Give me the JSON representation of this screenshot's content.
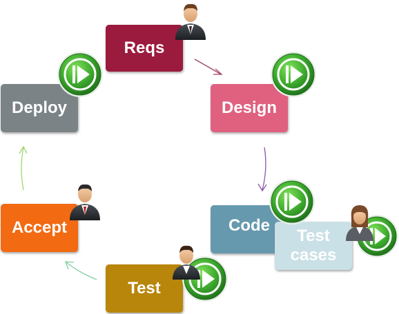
{
  "stages": [
    {
      "key": "reqs",
      "label": "Reqs",
      "color": "#9b1b3f"
    },
    {
      "key": "design",
      "label": "Design",
      "color": "#e0607f"
    },
    {
      "key": "code",
      "label": "Code",
      "color": "#6699ad"
    },
    {
      "key": "testcases",
      "label": "Test\ncases",
      "color": "#c9e0e6"
    },
    {
      "key": "test",
      "label": "Test",
      "color": "#b8860b"
    },
    {
      "key": "accept",
      "label": "Accept",
      "color": "#f26a12"
    },
    {
      "key": "deploy",
      "label": "Deploy",
      "color": "#7b8387"
    }
  ],
  "icons": {
    "play_badge": "play-icon",
    "person": "person-icon"
  },
  "colors": {
    "arrow_reqs_design": "#a0465d",
    "arrow_design_code": "#8a52a8",
    "arrow_test_accept": "#7fcfa0",
    "arrow_accept_deploy": "#9fd66a",
    "badge_green": "#3ca82d",
    "badge_dark": "#1e6e1a"
  }
}
